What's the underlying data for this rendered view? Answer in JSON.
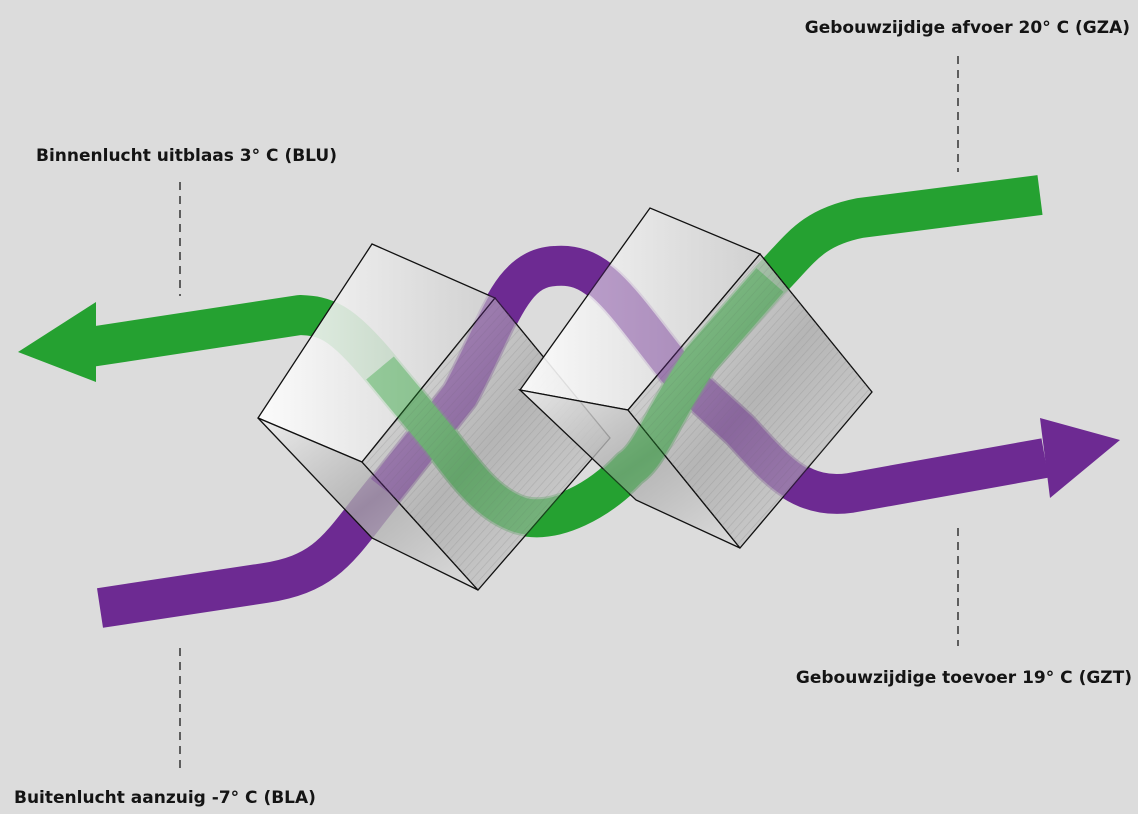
{
  "labels": {
    "gebouwzijdige_afvoer": "Gebouwzijdige afvoer 20° C (GZA)",
    "binnenlucht_uitblaas": "Binnenlucht uitblaas 3° C (BLU)",
    "gebouwzijdige_toevoer": "Gebouwzijdige toevoer 19° C (GZT)",
    "buitenlucht_aanzuig": "Buitenlucht aanzuig -7° C (BLA)"
  },
  "colors": {
    "background": "#dcdcdc",
    "green_flow": "#25a131",
    "purple_flow": "#6d2a92",
    "exchanger_block": "#b5b5b5",
    "leader_line": "#1a1a1a",
    "text": "#141414"
  }
}
